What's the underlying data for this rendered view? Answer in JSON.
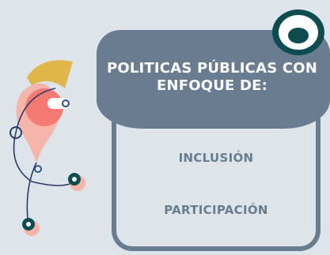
{
  "card": {
    "title": "POLITICAS PÚBLICAS CON ENFOQUE DE:",
    "items": [
      {
        "label": "INCLUSIÓN"
      },
      {
        "label": "PARTICIPACIÓN"
      }
    ]
  },
  "colors": {
    "background": "#dde4ea",
    "card": "#6a7d90",
    "pin_red": "#f47a72",
    "pin_pink": "#f5b5aa",
    "accent_gold": "#e0b54a",
    "node_teal": "#0f4c4f"
  },
  "icons": {
    "badge": "eye-badge-icon",
    "illustration": "location-pin-path-illustration"
  }
}
